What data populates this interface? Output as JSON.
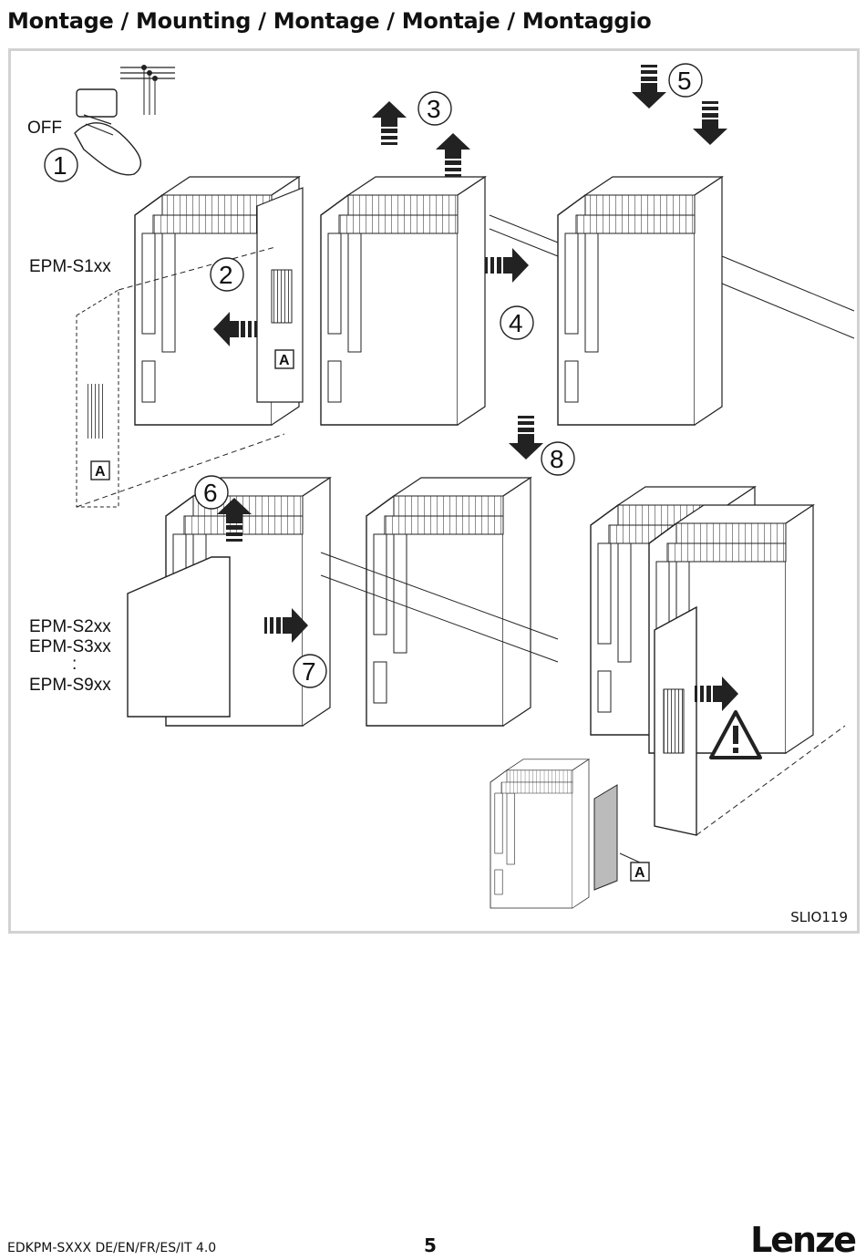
{
  "header": {
    "title": "Montage / Mounting / Montage / Montaje / Montaggio"
  },
  "figure": {
    "off_label": "OFF",
    "module_labels": {
      "s1": "EPM-S1xx",
      "s2": "EPM-S2xx",
      "s3": "EPM-S3xx",
      "ellipsis": ":",
      "s9": "EPM-S9xx"
    },
    "steps": [
      "1",
      "2",
      "3",
      "4",
      "5",
      "6",
      "7",
      "8"
    ],
    "callout_a": "A",
    "figure_id": "SLIO119",
    "icons": [
      "power-switch-hand-icon",
      "warning-triangle-icon",
      "arrow-icon"
    ]
  },
  "footer": {
    "document": "EDKPM-SXXX   DE/EN/FR/ES/IT   4.0",
    "page_number": "5",
    "brand": "Lenze"
  }
}
